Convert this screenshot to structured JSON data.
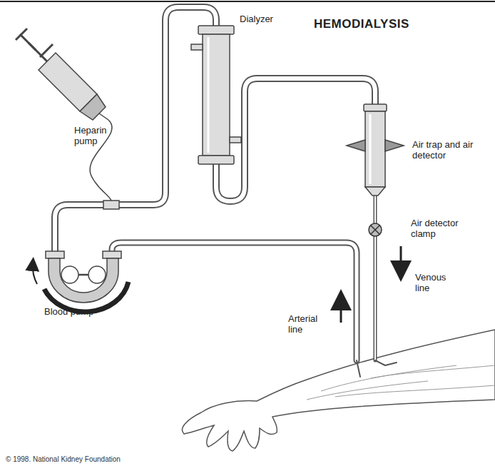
{
  "diagram": {
    "title": "HEMODIALYSIS",
    "caption": "© 1998. National Kidney Foundation",
    "labels": [
      "Dialyzer",
      "Heparin pump",
      "Air trap and air detector",
      "Air detector clamp",
      "Venous line",
      "Arterial line",
      "Blood pump"
    ]
  }
}
